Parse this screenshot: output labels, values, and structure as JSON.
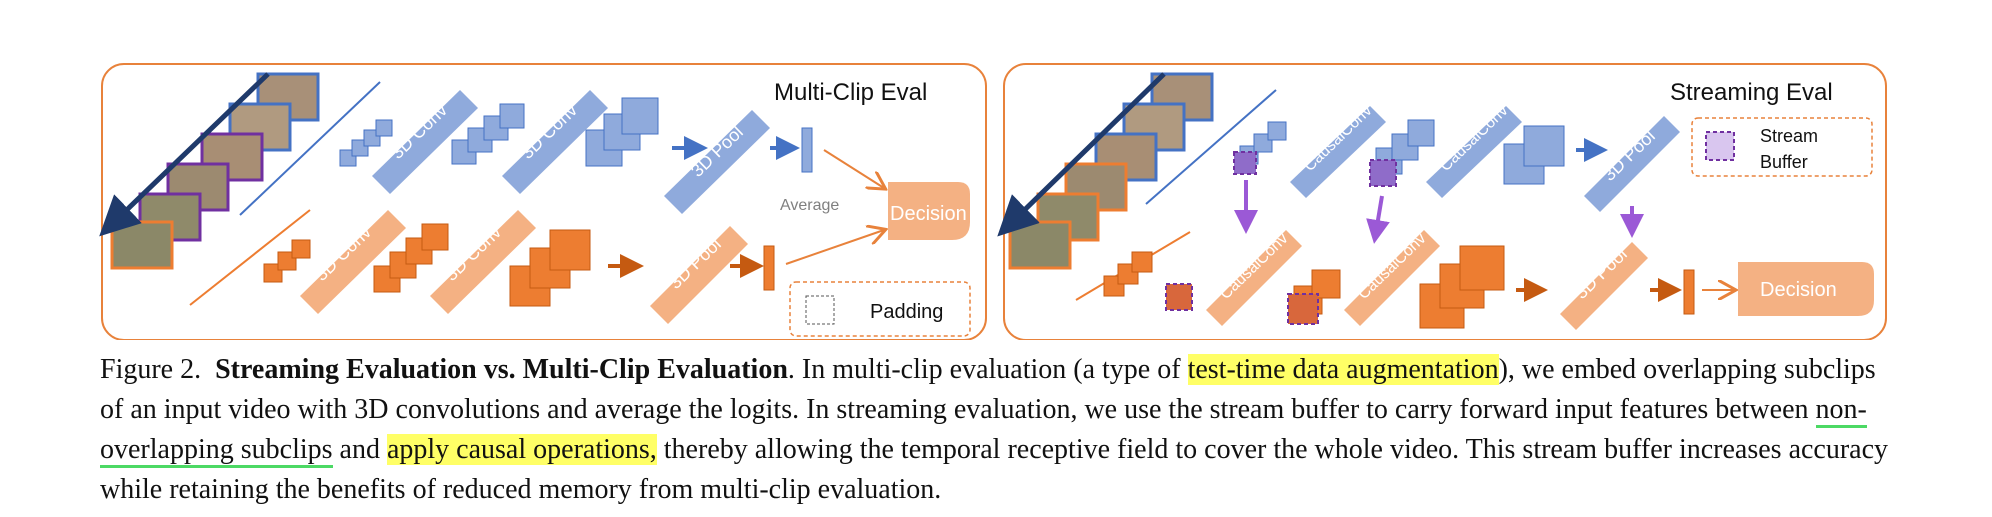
{
  "panels": {
    "multi_clip": {
      "title": "Multi-Clip Eval",
      "blue_labels": [
        "3D Conv",
        "3D Conv",
        "3D Pool"
      ],
      "orange_labels": [
        "3D Conv",
        "3D Conv",
        "3D Pool"
      ],
      "average_label": "Average",
      "decision_label": "Decision",
      "padding_label": "Padding"
    },
    "streaming": {
      "title": "Streaming Eval",
      "blue_labels": [
        "CausalConv",
        "CausalConv",
        "3D Pool"
      ],
      "orange_labels": [
        "CausalConv",
        "CausalConv",
        "3D Pool"
      ],
      "stream_buffer_label_1": "Stream",
      "stream_buffer_label_2": "Buffer",
      "decision_label": "Decision"
    }
  },
  "colors": {
    "panel_border": "#e8823b",
    "blue": "#7b9edb",
    "blue_dark": "#4472c4",
    "orange": "#ed7d31",
    "orange_light": "#f4b183",
    "navy_arrow": "#1f3a6b",
    "purple": "#9b59d6",
    "highlight": "#ffff66"
  },
  "caption": {
    "figure_label": "Figure 2.",
    "bold_title": "Streaming Evaluation vs. Multi-Clip Evaluation",
    "seg1": ". In multi-clip evaluation (a type of ",
    "hl1": "test-time data augmentation",
    "seg2": "), we embed overlapping subclips of an input video with 3D convolutions and average the logits. In streaming evaluation, we use the stream buffer to carry forward input features between ",
    "ul1": "non-overlapping subclips",
    "seg3": " and ",
    "hl2": "apply causal operations,",
    "seg4": " thereby allowing the temporal receptive field to cover the whole video. This stream buffer increases accuracy while retaining the benefits of reduced memory from multi-clip evaluation."
  }
}
